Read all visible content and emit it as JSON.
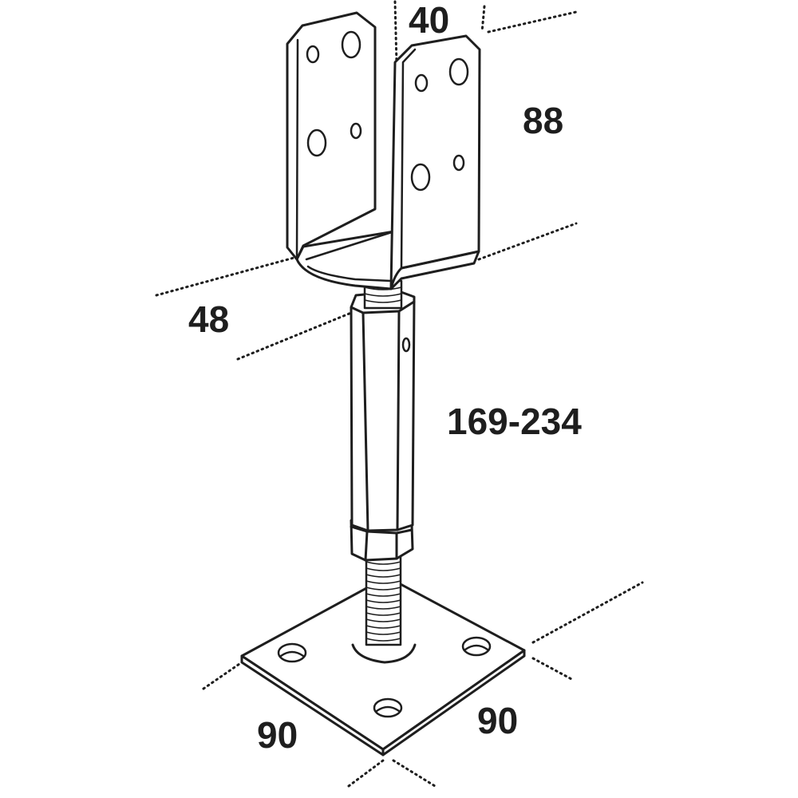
{
  "dimensions": {
    "top_width": "40",
    "bracket_height": "88",
    "stem_width": "48",
    "adjustable_height": "169-234",
    "base_width_left": "90",
    "base_width_right": "90"
  },
  "colors": {
    "line": "#1e1e1e",
    "fill": "#ffffff",
    "text": "#1e1e1e"
  }
}
